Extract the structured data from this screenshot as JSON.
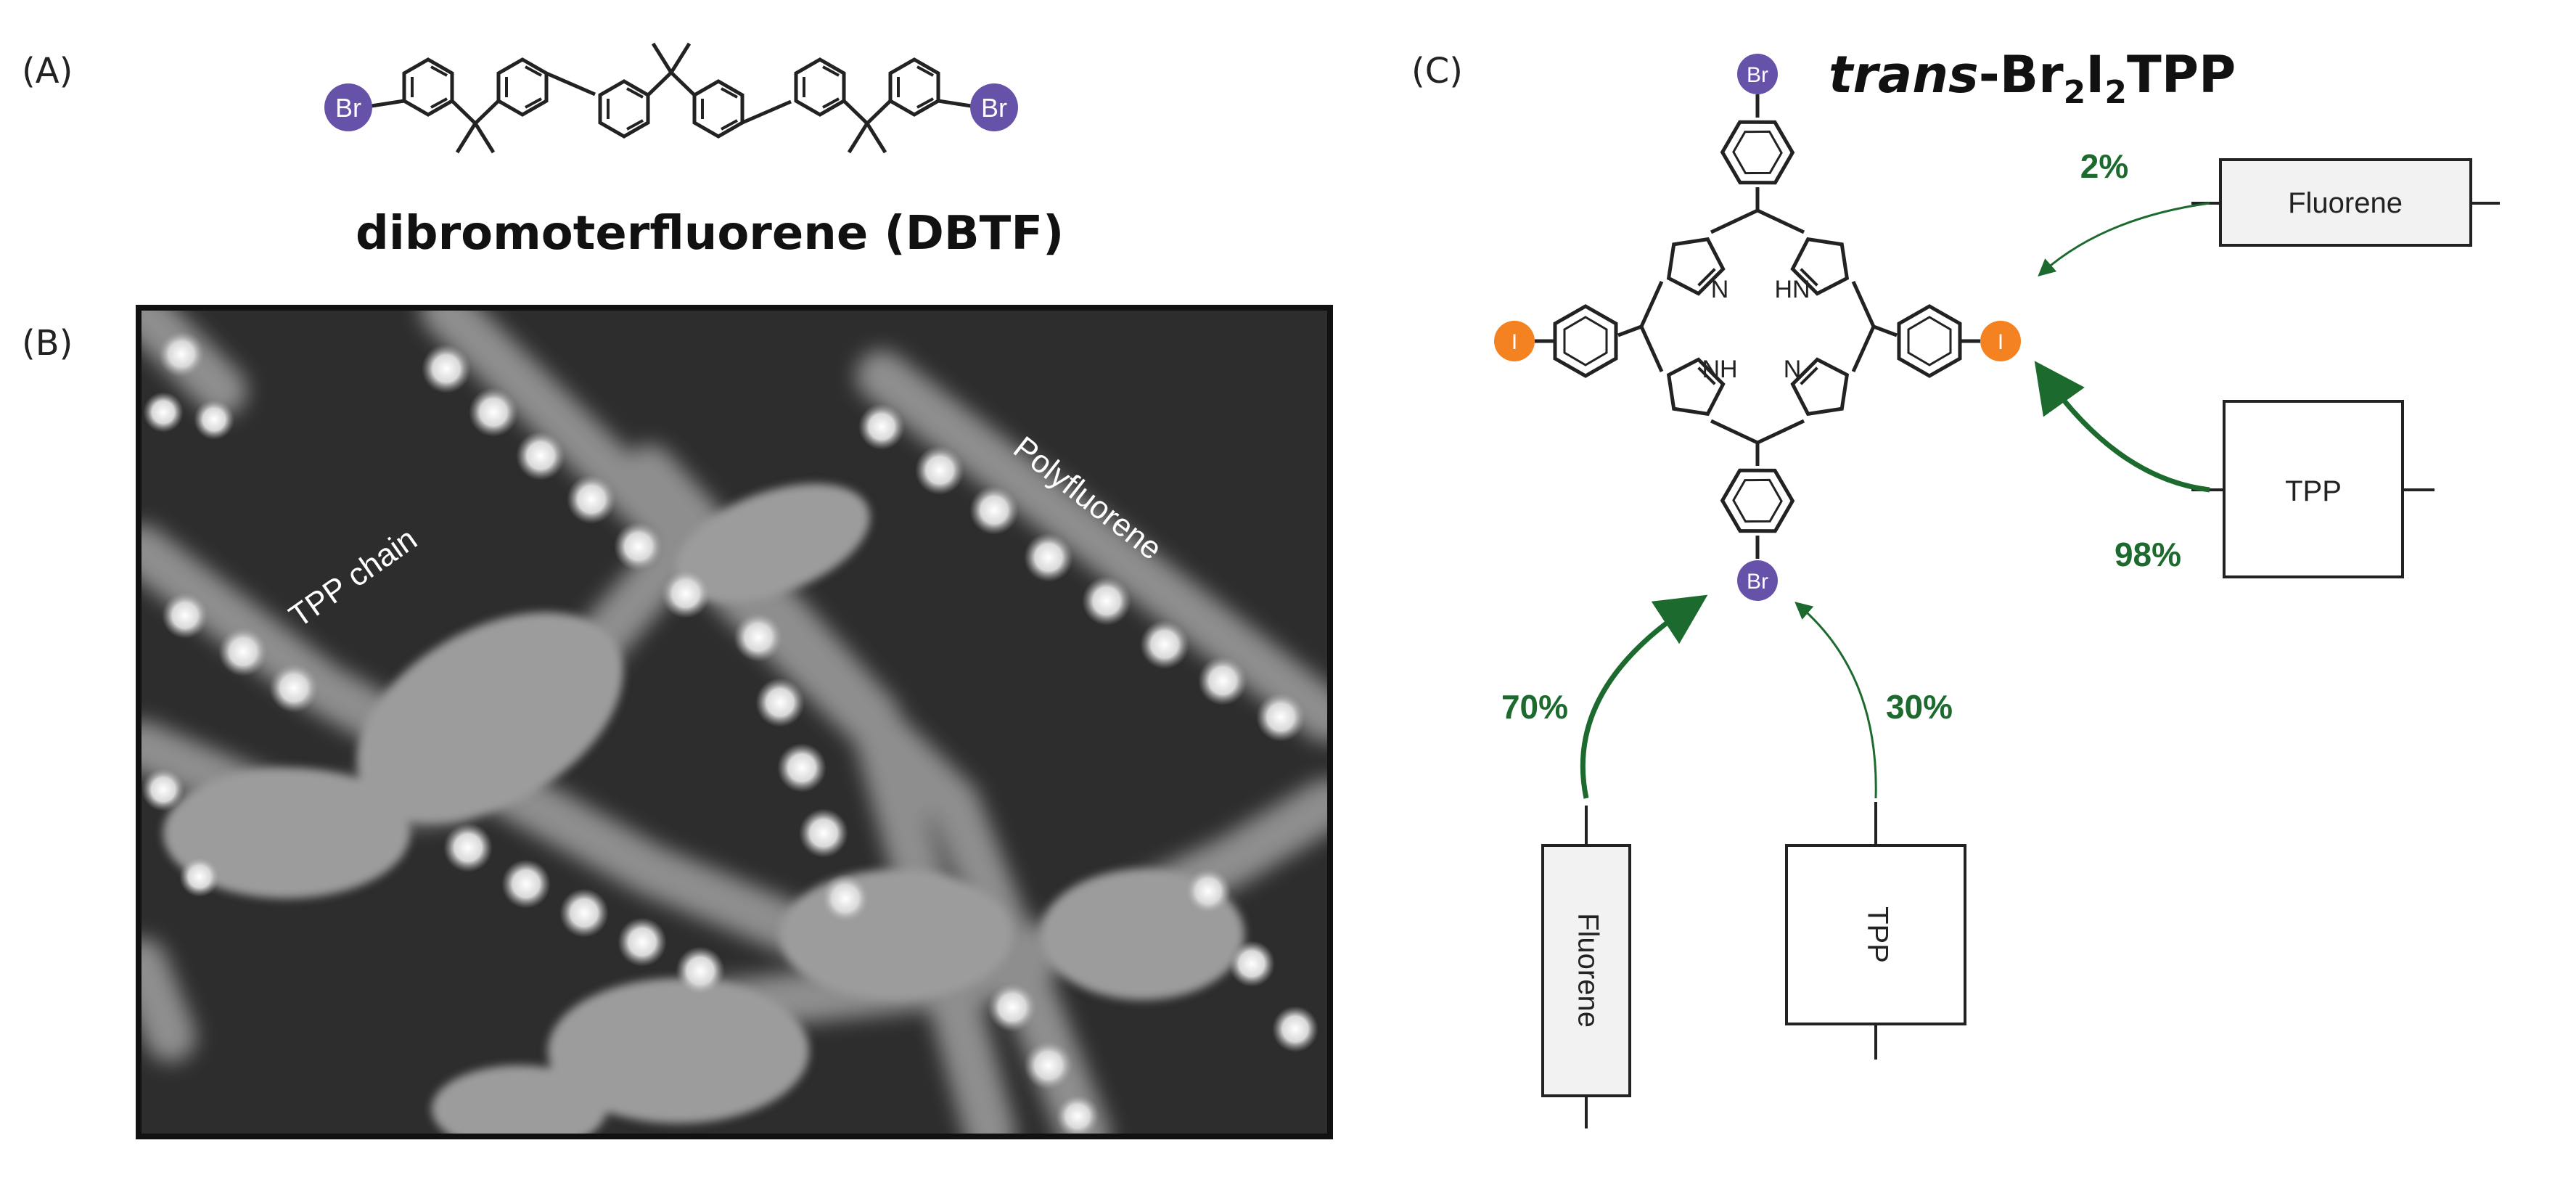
{
  "panels": {
    "a": "(A)",
    "b": "(B)",
    "c": "(C)"
  },
  "panel_a": {
    "substituent": "Br",
    "caption": "dibromoterfluorene (DBTF)"
  },
  "panel_b": {
    "labels": {
      "tpp_chain": "TPP chain",
      "polyfluorene": "Polyfluorene"
    }
  },
  "panel_c": {
    "title_italic": "trans",
    "title_part1": "-Br",
    "title_sub1": "2",
    "title_part2": "I",
    "title_sub2": "2",
    "title_part3": "TPP",
    "atoms": {
      "br": "Br",
      "i": "I",
      "n": "N",
      "hn": "HN",
      "nh": "NH"
    },
    "fragments": {
      "right_top": "Fluorene",
      "right_bottom": "TPP",
      "bottom_left": "Fluorene",
      "bottom_right": "TPP"
    },
    "percentages": {
      "right_top": "2%",
      "right_bottom": "98%",
      "bottom_left": "70%",
      "bottom_right": "30%"
    }
  },
  "colors": {
    "bromine": "#6652a8",
    "iodine": "#f58220",
    "arrow": "#1c6a2e",
    "stm_background": "#2d2d2d",
    "bond": "#222222"
  }
}
